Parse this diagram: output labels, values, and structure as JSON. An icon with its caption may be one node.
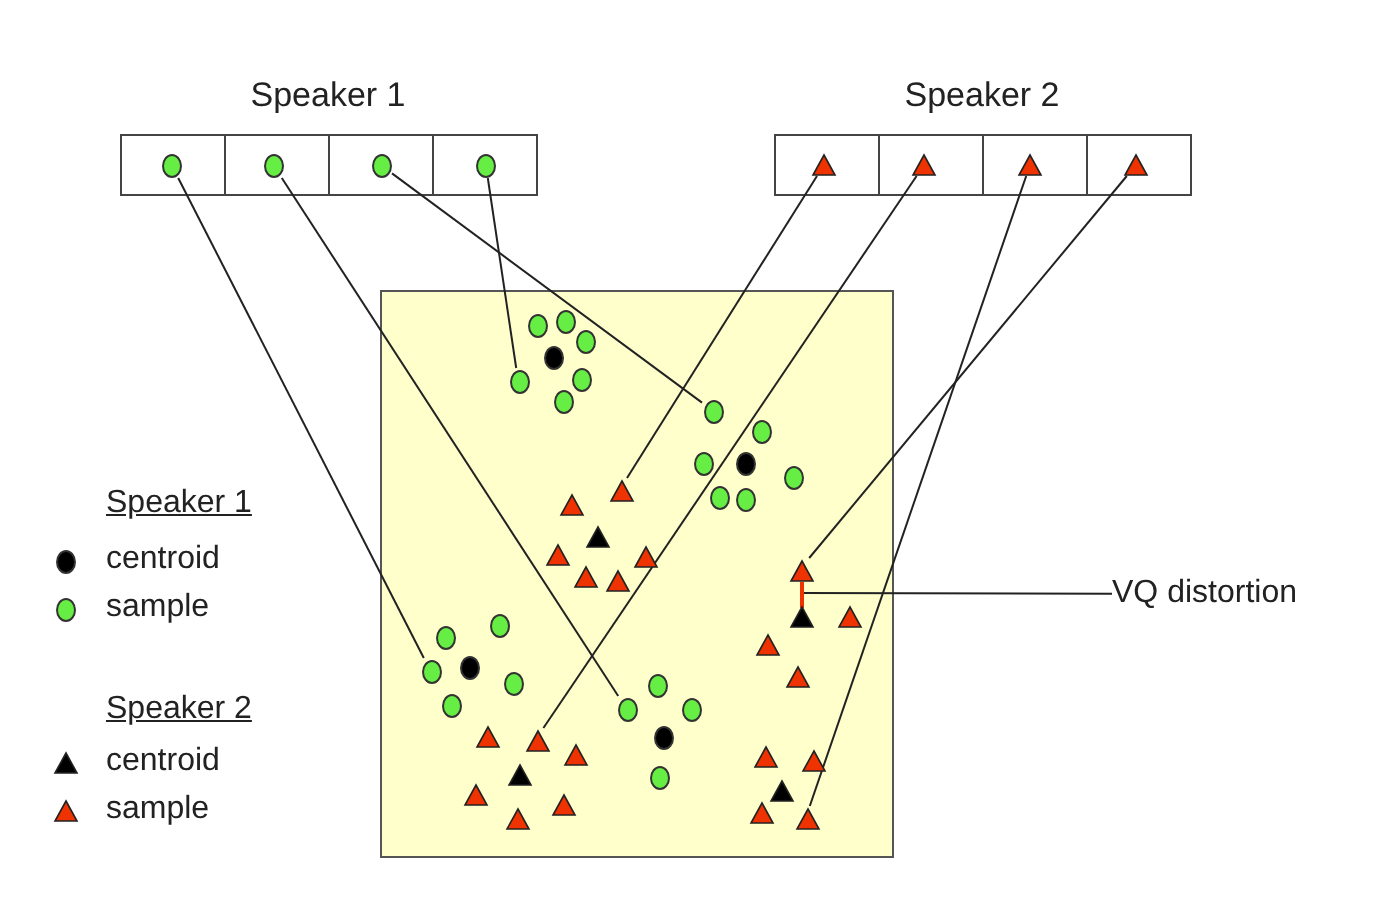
{
  "diagram": {
    "nodes": [
      {
        "text": [
          "Speaker 1"
        ]
      },
      {
        "text": [],
        "shape": "circle",
        "in": 0
      },
      {
        "text": [],
        "shape": "circle",
        "in": 0
      },
      {
        "text": [],
        "shape": "circle",
        "in": 0
      },
      {
        "text": [],
        "shape": "circle",
        "in": 0
      },
      {
        "text": [
          "Speaker 2"
        ]
      },
      {
        "text": [],
        "shape": "triangle",
        "in": 5
      },
      {
        "text": [],
        "shape": "triangle",
        "in": 5
      },
      {
        "text": [],
        "shape": "triangle",
        "in": 5
      },
      {
        "text": [],
        "shape": "triangle",
        "in": 5
      },
      {
        "text": [],
        "shape": "box"
      },
      {
        "text": [],
        "shape": "circle",
        "in": 10
      },
      {
        "text": [],
        "shape": "circle",
        "in": 10
      },
      {
        "text": [],
        "shape": "circle",
        "in": 10
      },
      {
        "text": [],
        "shape": "circle",
        "in": 10
      },
      {
        "text": [],
        "shape": "triangle",
        "in": 10
      },
      {
        "text": [],
        "shape": "triangle",
        "in": 10
      },
      {
        "text": [],
        "shape": "triangle",
        "in": 10
      },
      {
        "text": [],
        "shape": "triangle",
        "in": 10
      },
      {
        "text": [],
        "shape": "line",
        "in": 10
      },
      {
        "text": [
          "VQ distortion"
        ]
      },
      {
        "text": [],
        "shape": "circle",
        "in": 10
      },
      {
        "text": [],
        "shape": "circle",
        "in": 10
      },
      {
        "text": [],
        "shape": "circle",
        "in": 10
      },
      {
        "text": [],
        "shape": "circle",
        "in": 10
      },
      {
        "text": [],
        "shape": "circle",
        "in": 10
      },
      {
        "text": [],
        "shape": "circle",
        "in": 10
      },
      {
        "text": [],
        "shape": "circle",
        "in": 10
      },
      {
        "text": [],
        "shape": "circle",
        "in": 10
      },
      {
        "text": [],
        "shape": "circle",
        "in": 10
      },
      {
        "text": [],
        "shape": "circle",
        "in": 10
      },
      {
        "text": [],
        "shape": "circle",
        "in": 10
      },
      {
        "text": [],
        "shape": "circle",
        "in": 10
      },
      {
        "text": [],
        "shape": "triangle",
        "in": 10
      },
      {
        "text": [],
        "shape": "triangle",
        "in": 10
      },
      {
        "text": [],
        "shape": "triangle",
        "in": 10
      },
      {
        "text": [],
        "shape": "triangle",
        "in": 10
      },
      {
        "text": [],
        "shape": "triangle",
        "in": 10
      },
      {
        "text": [],
        "shape": "triangle",
        "in": 10
      },
      {
        "text": [],
        "shape": "circle",
        "in": 10
      },
      {
        "text": [],
        "shape": "circle",
        "in": 10
      },
      {
        "text": [],
        "shape": "circle",
        "in": 10
      },
      {
        "text": [],
        "shape": "circle",
        "in": 10
      },
      {
        "text": [],
        "shape": "circle",
        "in": 10
      },
      {
        "text": [],
        "shape": "triangle",
        "in": 10
      },
      {
        "text": [],
        "shape": "triangle",
        "in": 10
      },
      {
        "text": [],
        "shape": "triangle",
        "in": 10
      },
      {
        "text": [],
        "shape": "triangle",
        "in": 10
      },
      {
        "text": [],
        "shape": "triangle",
        "in": 10
      },
      {
        "text": [],
        "shape": "triangle",
        "in": 10
      },
      {
        "text": [],
        "shape": "circle",
        "in": 10
      },
      {
        "text": [],
        "shape": "circle",
        "in": 10
      },
      {
        "text": [],
        "shape": "circle",
        "in": 10
      },
      {
        "text": [],
        "shape": "circle",
        "in": 10
      },
      {
        "text": [],
        "shape": "triangle",
        "in": 10
      },
      {
        "text": [],
        "shape": "triangle",
        "in": 10
      },
      {
        "text": [],
        "shape": "triangle",
        "in": 10
      },
      {
        "text": [],
        "shape": "triangle",
        "in": 10
      },
      {
        "text": [],
        "shape": "triangle",
        "in": 10
      },
      {
        "text": [],
        "shape": "triangle",
        "in": 10
      },
      {
        "text": [],
        "shape": "triangle",
        "in": 10
      },
      {
        "text": [],
        "shape": "triangle",
        "in": 10
      }
    ],
    "edges": [
      {
        "from": 1,
        "to": 11,
        "arrow": "none"
      },
      {
        "from": 2,
        "to": 13,
        "arrow": "none"
      },
      {
        "from": 3,
        "to": 14,
        "arrow": "none"
      },
      {
        "from": 4,
        "to": 12,
        "arrow": "none"
      },
      {
        "from": 6,
        "to": 16,
        "arrow": "none"
      },
      {
        "from": 7,
        "to": 15,
        "arrow": "none"
      },
      {
        "from": 8,
        "to": 18,
        "arrow": "none"
      },
      {
        "from": 9,
        "to": 17,
        "arrow": "none"
      },
      {
        "from": 20,
        "to": 19,
        "arrow": "none"
      }
    ],
    "legend": [
      {
        "text": "Speaker 1"
      },
      {
        "text": "centroid"
      },
      {
        "text": "sample"
      },
      {
        "text": "Speaker 2"
      },
      {
        "text": "centroid"
      },
      {
        "text": "sample"
      }
    ]
  }
}
